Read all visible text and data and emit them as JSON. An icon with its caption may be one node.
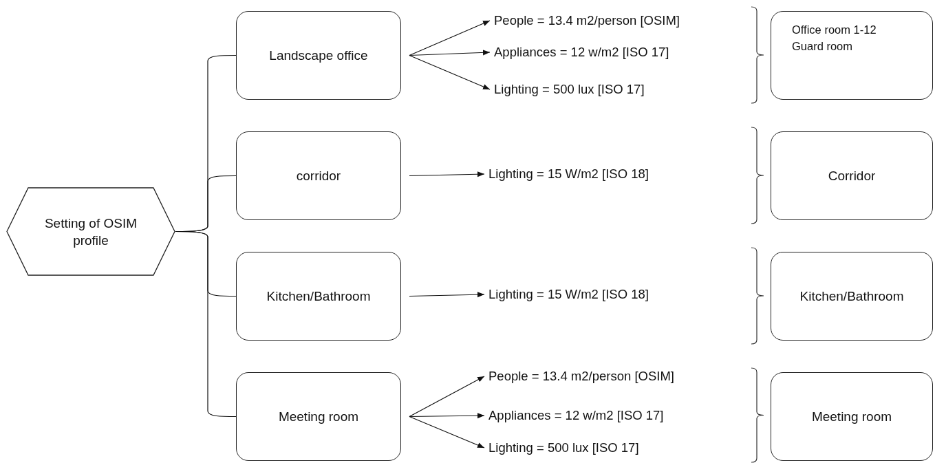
{
  "diagram": {
    "nodes": [
      {
        "text": [
          "Setting of OSIM profile"
        ]
      },
      {
        "text": [
          "Landscape office"
        ]
      },
      {
        "text": [
          "corridor"
        ]
      },
      {
        "text": [
          "Kitchen/Bathroom"
        ]
      },
      {
        "text": [
          "Meeting room"
        ]
      },
      {
        "text": [
          "People = 13.4 m2/person  [OSIM]"
        ]
      },
      {
        "text": [
          "Appliances = 12 w/m2  [ISO 17]"
        ]
      },
      {
        "text": [
          "Lighting = 500 lux  [ISO 17]"
        ]
      },
      {
        "text": [
          "Lighting = 15 W/m2  [ISO 18]"
        ]
      },
      {
        "text": [
          "Lighting = 15 W/m2  [ISO 18]"
        ]
      },
      {
        "text": [
          "People = 13.4 m2/person  [OSIM]"
        ]
      },
      {
        "text": [
          "Appliances = 12 w/m2  [ISO 17]"
        ]
      },
      {
        "text": [
          "Lighting = 500 lux  [ISO 17]"
        ]
      },
      {
        "text": [
          "Office room 1-12",
          "Guard room"
        ]
      },
      {
        "text": [
          "Corridor"
        ]
      },
      {
        "text": [
          "Kitchen/Bathroom"
        ]
      },
      {
        "text": [
          "Meeting room"
        ]
      }
    ],
    "edges": [
      {
        "from": 0,
        "to": 1,
        "arrow": "none"
      },
      {
        "from": 0,
        "to": 2,
        "arrow": "none"
      },
      {
        "from": 0,
        "to": 3,
        "arrow": "none"
      },
      {
        "from": 0,
        "to": 4,
        "arrow": "none"
      },
      {
        "from": 1,
        "to": 5,
        "arrow": "to"
      },
      {
        "from": 1,
        "to": 6,
        "arrow": "to"
      },
      {
        "from": 1,
        "to": 7,
        "arrow": "to"
      },
      {
        "from": 2,
        "to": 8,
        "arrow": "to"
      },
      {
        "from": 3,
        "to": 9,
        "arrow": "to"
      },
      {
        "from": 4,
        "to": 10,
        "arrow": "to"
      },
      {
        "from": 4,
        "to": 11,
        "arrow": "to"
      },
      {
        "from": 4,
        "to": 12,
        "arrow": "to"
      }
    ]
  }
}
